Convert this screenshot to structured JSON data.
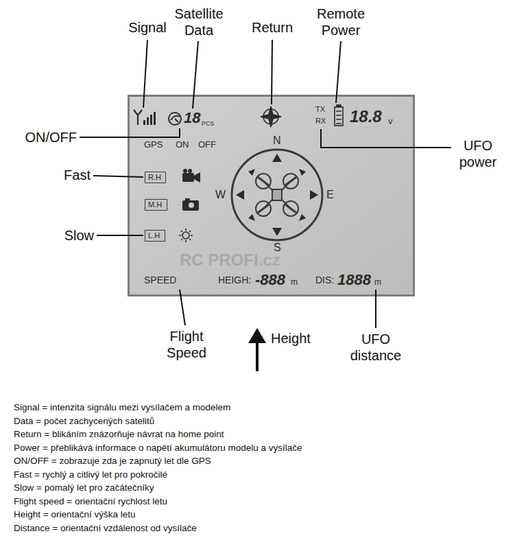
{
  "diagram": {
    "nodes": [
      {
        "text": [
          "18",
          "PCS",
          "GPS",
          "ON",
          "OFF",
          "TX",
          "RX",
          "18.8",
          "v",
          "N",
          "W",
          "E",
          "S",
          "SPEED",
          "HEIGH:",
          "-888",
          "m",
          "DIS:",
          "1888",
          "m"
        ]
      },
      {
        "text": [
          "R.H"
        ],
        "in": 0
      },
      {
        "text": [
          "M.H"
        ],
        "in": 0
      },
      {
        "text": [
          "L.H"
        ],
        "in": 0
      }
    ],
    "labels": [
      "Signal",
      "Satellite Data",
      "Return",
      "Remote Power",
      "ON/OFF",
      "Fast",
      "Slow",
      "UFO power",
      "Flight Speed",
      "Height",
      "UFO distance",
      "RC PROFI.cz",
      "Signal = intenzita signálu mezi vysílačem a modelem",
      "Data = počet zachycených satelitů",
      "Return = blikáním znázorňuje návrat na home point",
      "Power = přeblikává informace o napětí akumulátoru modelu a vysílače",
      "ON/OFF = zobrazuje zda je zapnutý let dle GPS",
      "Fast = rychlý a citlivý let pro pokročilé",
      "Slow = pomalý let pro začátečníky",
      "Flight speed = orientační rychlost letu",
      "Height = orientační výška letu",
      "Distance = orientační vzdálenost od vysílače"
    ]
  }
}
